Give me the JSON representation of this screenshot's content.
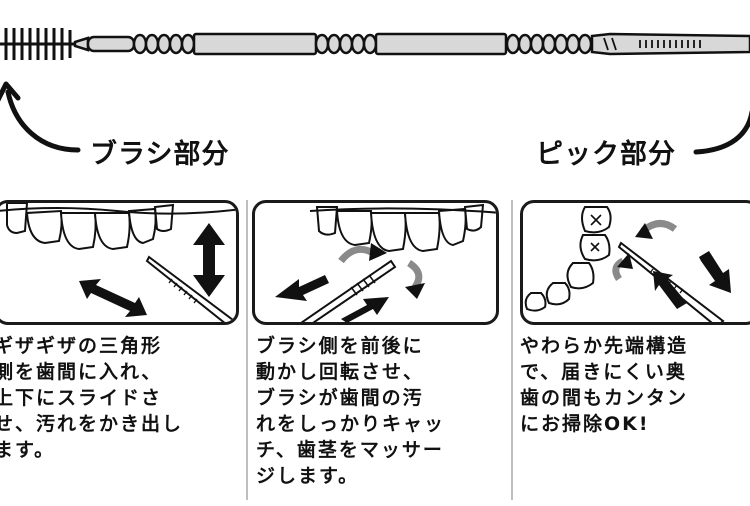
{
  "labels": {
    "brush_part": "ブラシ部分",
    "pick_part": "ピック部分"
  },
  "panels": [
    {
      "caption_lines": [
        "ギザギザの三角形",
        "側を歯間に入れ、",
        "上下にスライドさ",
        "せ、汚れをかき出し",
        "ます。"
      ]
    },
    {
      "caption_lines": [
        "ブラシ側を前後に",
        "動かし回転させ、",
        "ブラシが歯間の汚",
        "れをしっかりキャッ",
        "チ、歯茎をマッサー",
        "ジします。"
      ]
    },
    {
      "caption_lines": [
        "やわらか先端構造",
        "で、届きにくい奥",
        "歯の間もカンタン",
        "にお掃除OK!"
      ]
    }
  ],
  "colors": {
    "ink": "#111111",
    "handle_fill": "#d8d8d8",
    "panel_border": "#1a1a1a",
    "arrow_gray": "#8a8a8a"
  }
}
